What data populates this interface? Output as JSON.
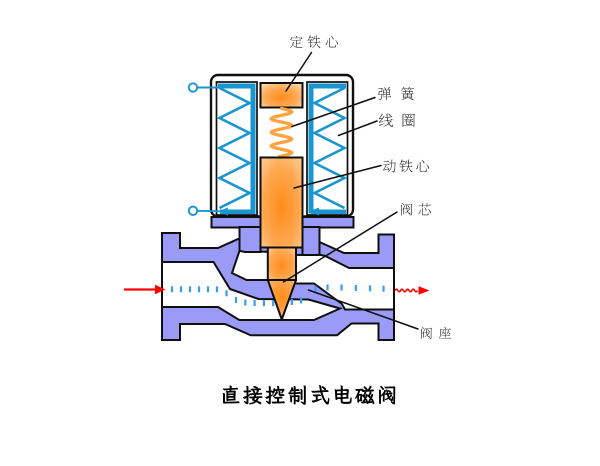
{
  "diagram": {
    "caption": "直接控制式电磁阀",
    "labels": {
      "fixed_core": "定铁心",
      "spring": "弹簧",
      "coil": "线圈",
      "moving_core": "动铁心",
      "valve_core": "阀芯",
      "valve_seat": "阀座"
    },
    "colors": {
      "background": "#ffffff",
      "valve_body_purple": "#9a9af7",
      "coil_blue": "#1996cf",
      "flow_tick_blue": "#3b9cf0",
      "plunger_orange_center": "#ff8c1a",
      "plunger_orange_edge": "#ffdcb3",
      "spring_orange": "#ffa23f",
      "flow_arrow_red": "#ff0000",
      "outline_black": "#0f0f0f",
      "label_text": "#1a1a1a"
    }
  }
}
